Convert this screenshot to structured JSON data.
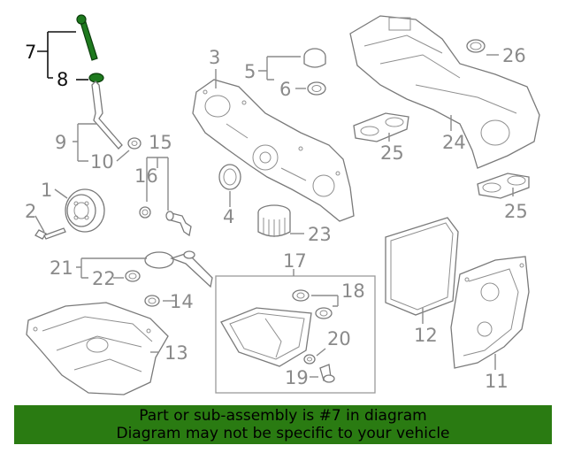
{
  "callouts": {
    "c1": "1",
    "c2": "2",
    "c3": "3",
    "c4": "4",
    "c5": "5",
    "c6": "6",
    "c7": "7",
    "c8": "8",
    "c9": "9",
    "c10": "10",
    "c11": "11",
    "c12": "12",
    "c13": "13",
    "c14": "14",
    "c15": "15",
    "c16": "16",
    "c17": "17",
    "c18": "18",
    "c19": "19",
    "c20": "20",
    "c21": "21",
    "c22": "22",
    "c23": "23",
    "c24": "24",
    "c25a": "25",
    "c25b": "25",
    "c26": "26"
  },
  "banner": {
    "line1": "Part or sub-assembly is #7 in diagram",
    "line2": "Diagram may not be specific to your vehicle"
  },
  "colors": {
    "banner_bg": "#2a7b12",
    "highlight_part": "#1e7a1e"
  }
}
